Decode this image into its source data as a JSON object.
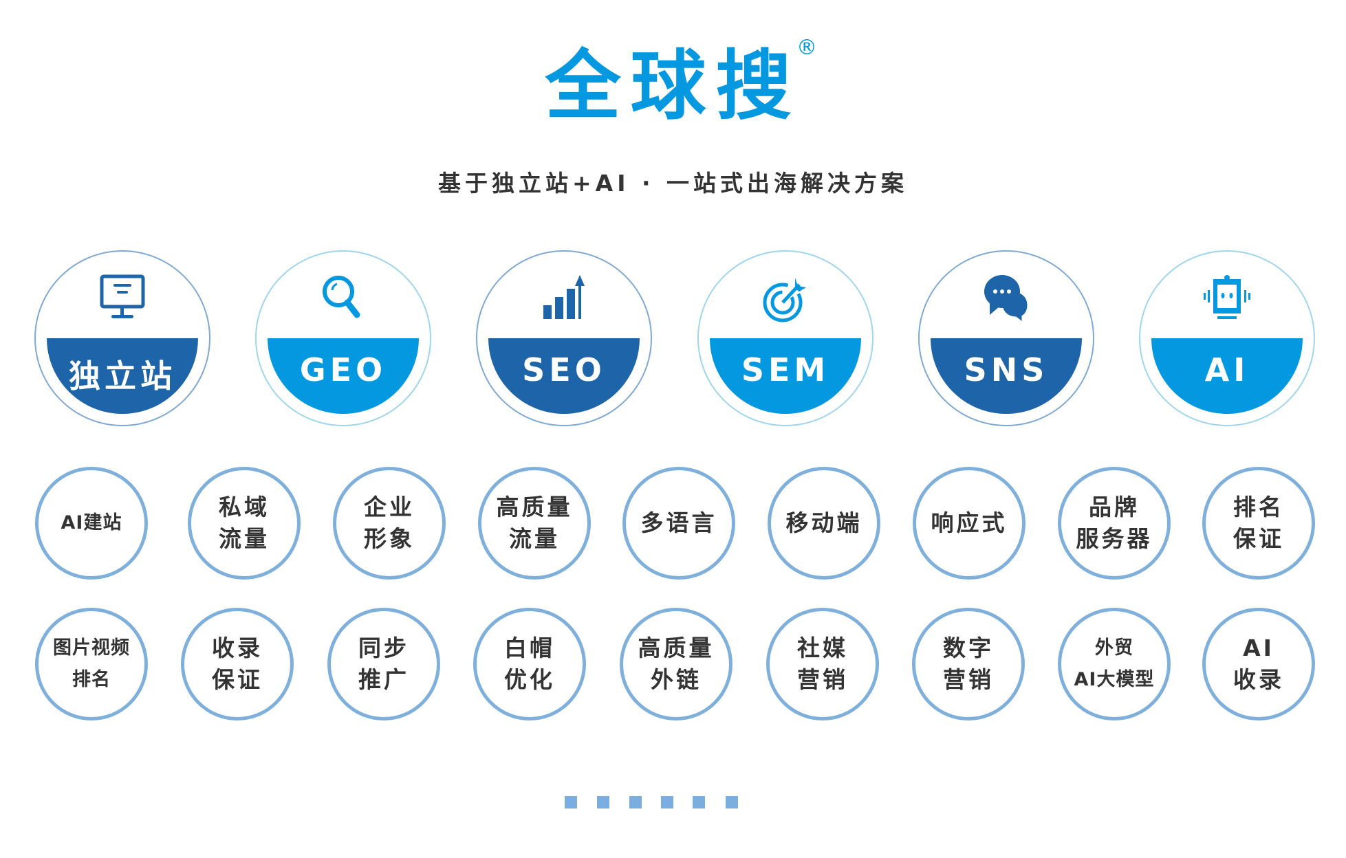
{
  "brand": {
    "title": "全球搜",
    "registered_mark": "®",
    "subtitle": "基于独立站+AI · 一站式出海解决方案"
  },
  "colors": {
    "dark_blue": "#1d64a8",
    "light_blue": "#0398e0",
    "text": "#333333"
  },
  "services": [
    {
      "label": "独立站",
      "icon": "monitor-icon",
      "tone": "dark"
    },
    {
      "label": "GEO",
      "icon": "magnifier-icon",
      "tone": "light"
    },
    {
      "label": "SEO",
      "icon": "bar-chart-growth-icon",
      "tone": "dark"
    },
    {
      "label": "SEM",
      "icon": "target-arrow-icon",
      "tone": "light"
    },
    {
      "label": "SNS",
      "icon": "chat-bubbles-icon",
      "tone": "dark"
    },
    {
      "label": "AI",
      "icon": "robot-icon",
      "tone": "light"
    }
  ],
  "features_row1": [
    "AI建站",
    "私域\n流量",
    "企业\n形象",
    "高质量\n流量",
    "多语言",
    "移动端",
    "响应式",
    "品牌\n服务器",
    "排名\n保证"
  ],
  "features_row2": [
    "图片视频\n排名",
    "收录\n保证",
    "同步\n推广",
    "白帽\n优化",
    "高质量\n外链",
    "社媒\n营销",
    "数字\n营销",
    "外贸\nAI大模型",
    "AI\n收录"
  ],
  "pagination": {
    "count": 6
  }
}
